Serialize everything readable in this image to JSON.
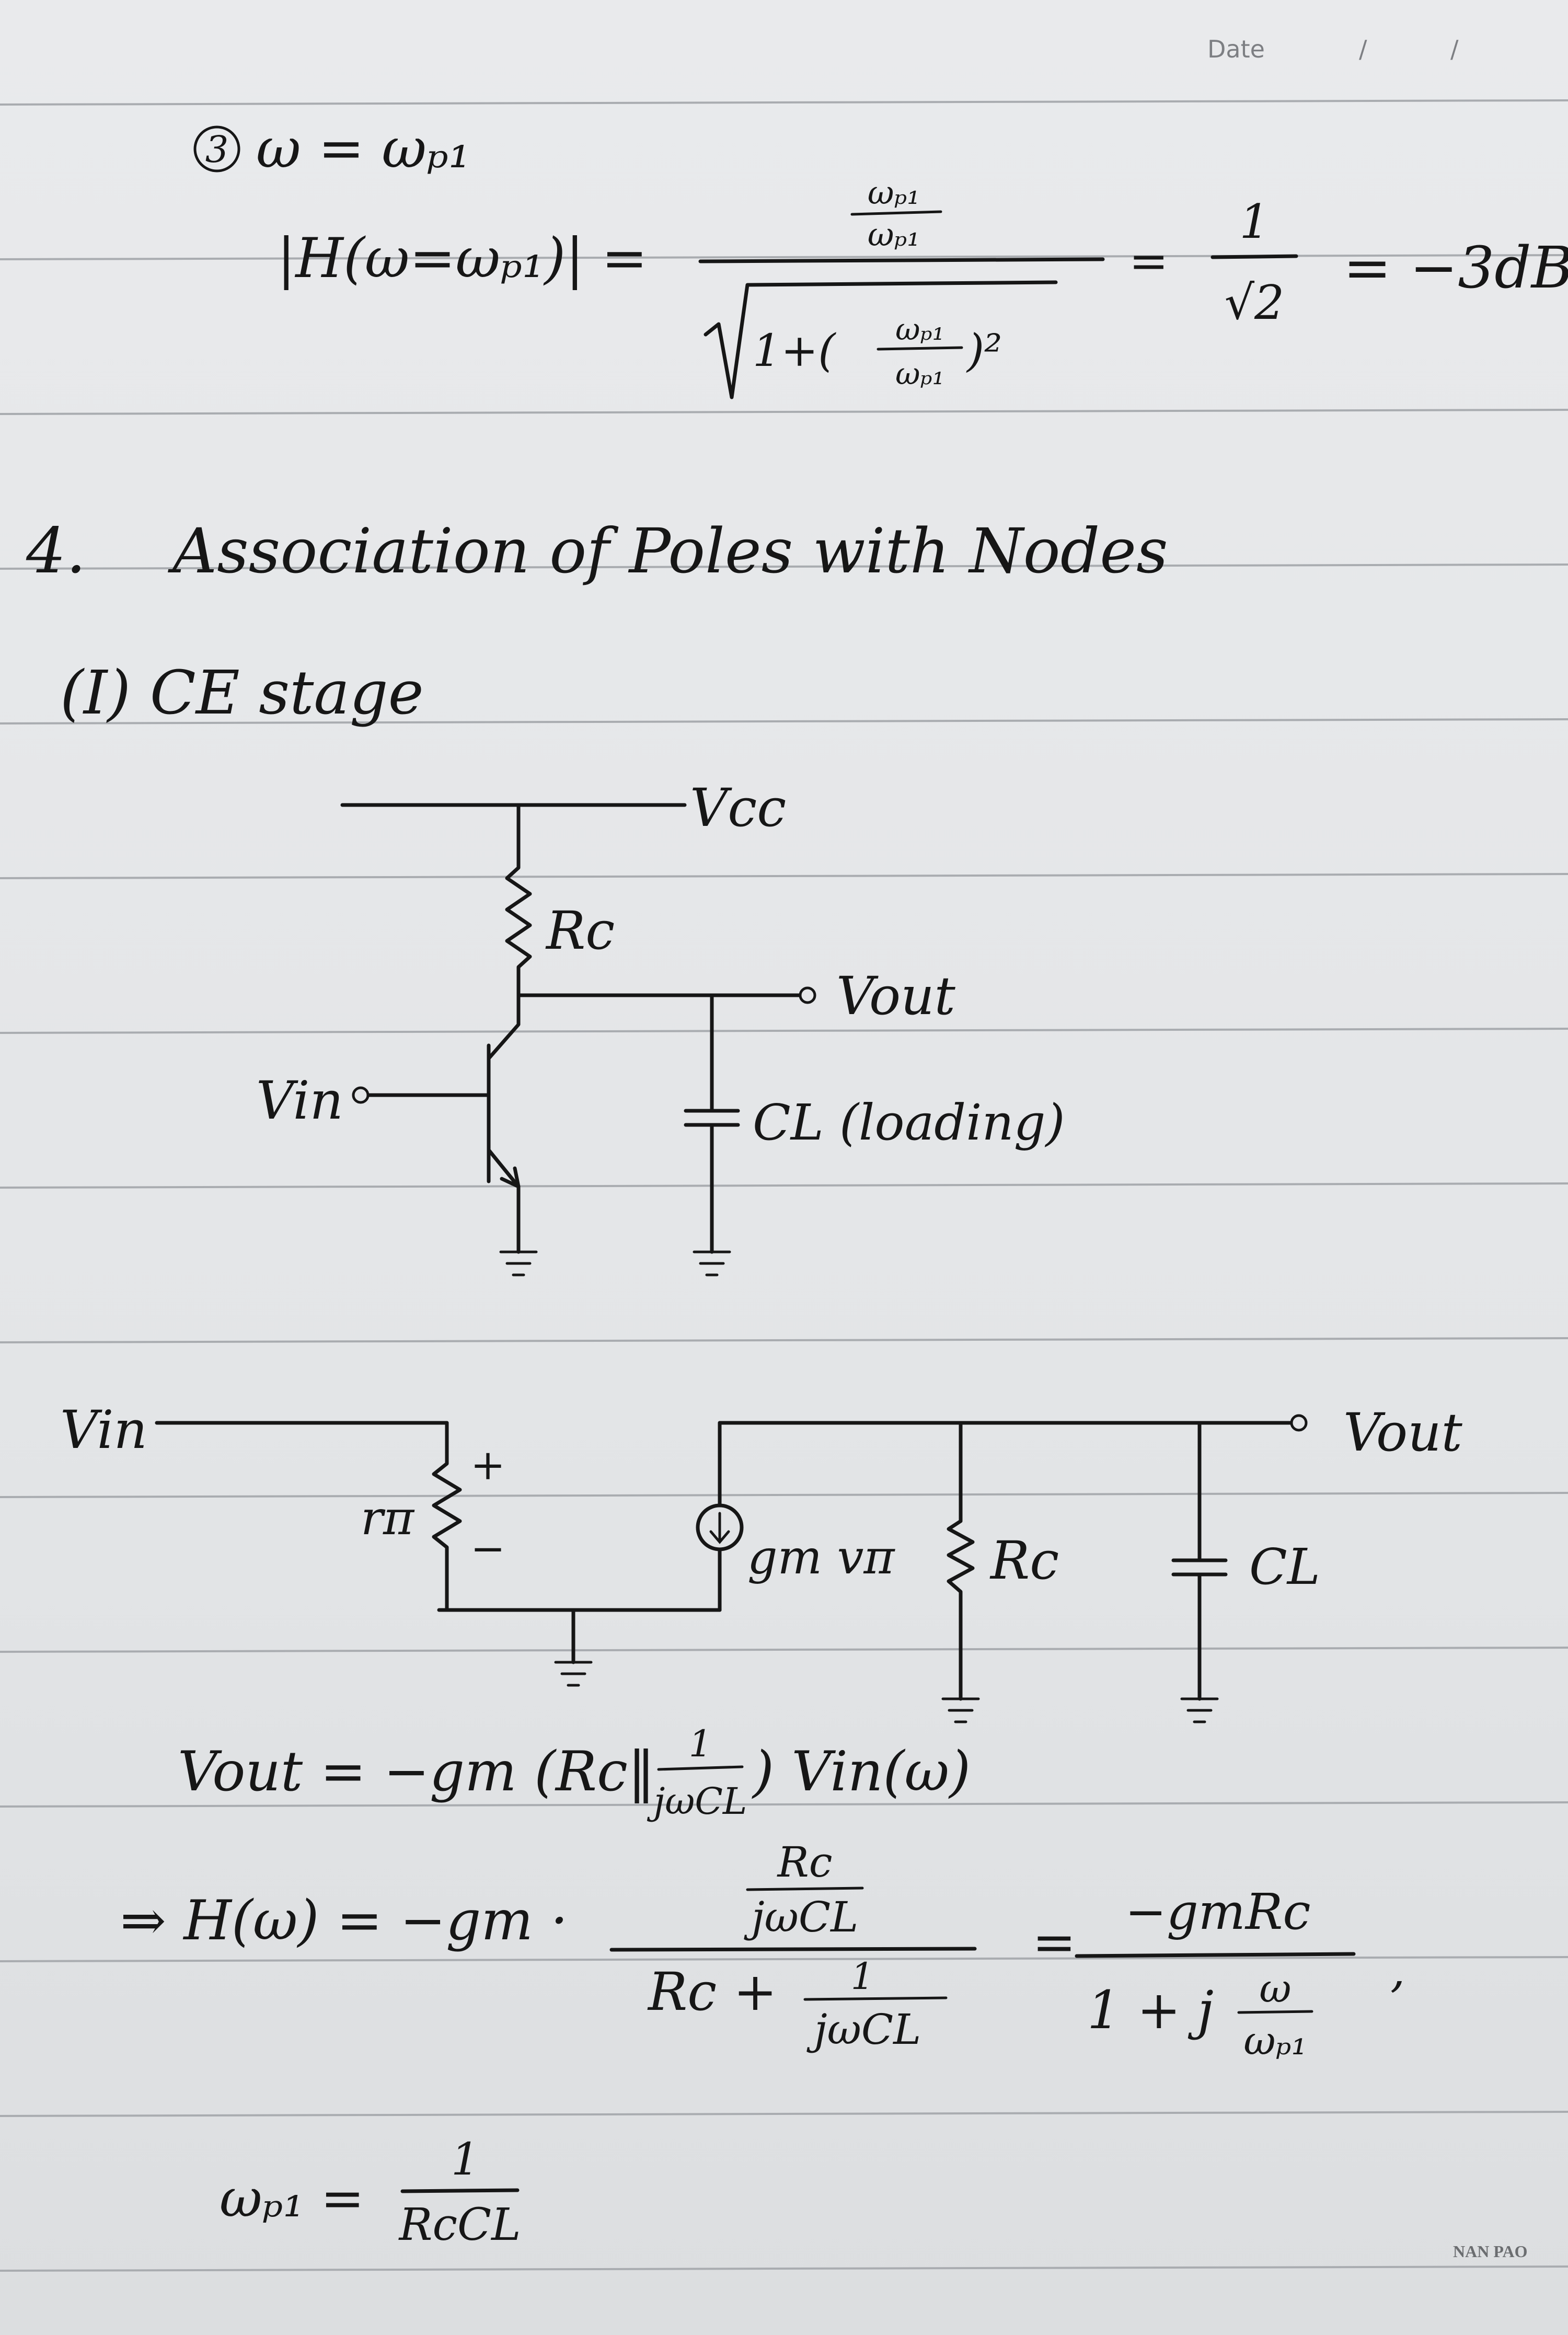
{
  "header": {
    "date_label": "Date",
    "date_sep_1": "/",
    "date_sep_2": "/"
  },
  "section3": {
    "circled_number": "3",
    "condition": "ω = ωₚ₁",
    "lhs": "|H(ω=ωₚ₁)| =",
    "num_top": "ωₚ₁",
    "num_bottom": "ωₚ₁",
    "sqrt_prefix": "1+(",
    "inner_top": "ωₚ₁",
    "inner_bottom": "ωₚ₁",
    "sqrt_suffix": ")²",
    "equals_1": "=",
    "result_num": "1",
    "result_den": "√2",
    "result_db": "= −3dB"
  },
  "section4": {
    "number": "4.",
    "title": "Association of Poles with Nodes",
    "subsection": "(I)  CE stage"
  },
  "circuit1": {
    "vcc": "Vcc",
    "rc": "Rc",
    "vout": "Vout",
    "vin": "Vin",
    "cl": "CL (loading)"
  },
  "circuit2": {
    "vin": "Vin",
    "rpi": "rπ",
    "plus": "+",
    "minus": "−",
    "gm": "gm vπ",
    "rc": "Rc",
    "cl": "CL",
    "vout": "Vout"
  },
  "equations": {
    "eq1_left": "Vout = −gm (Rc‖",
    "eq1_frac_num": "1",
    "eq1_frac_den": "jωCL",
    "eq1_right": ") Vin(ω)",
    "eq2_left": "⇒ H(ω) = −gm ·",
    "eq2_num_top": "Rc",
    "eq2_num_bottom": "jωCL",
    "eq2_den_prefix": "Rc +",
    "eq2_den_frac_num": "1",
    "eq2_den_frac_den": "jωCL",
    "eq2_equals": "=",
    "eq2_rhs_num": "−gmRc",
    "eq2_rhs_den_prefix": "1 + j",
    "eq2_rhs_den_frac_num": "ω",
    "eq2_rhs_den_frac_den": "ωₚ₁",
    "eq2_comma": ",",
    "eq3_left": "ωₚ₁ =",
    "eq3_num": "1",
    "eq3_den": "RcCL"
  },
  "footer": {
    "brand": "NAN PAO"
  }
}
